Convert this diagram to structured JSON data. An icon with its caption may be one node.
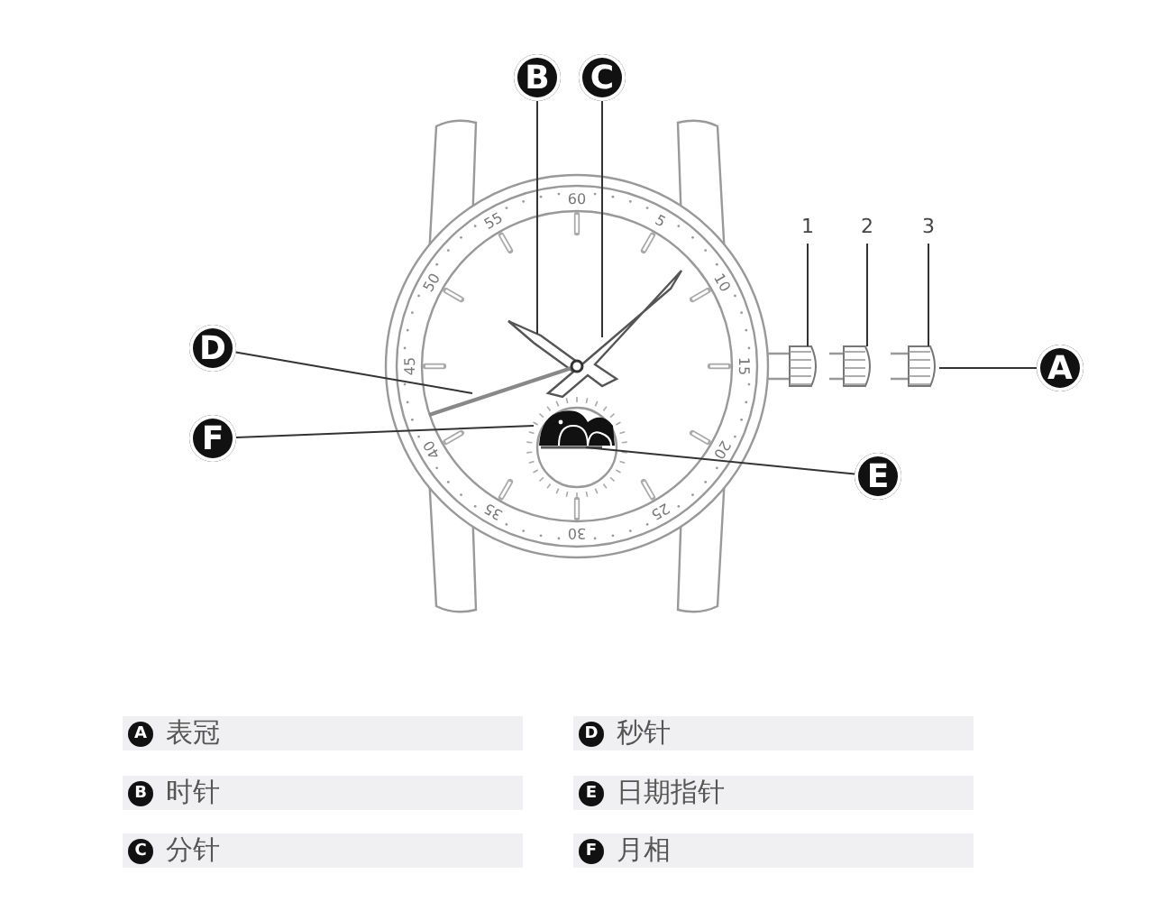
{
  "diagram": {
    "nodes": [
      {
        "text": [
          "B"
        ]
      },
      {
        "text": [
          "C"
        ]
      },
      {
        "text": [
          "1"
        ]
      },
      {
        "text": [
          "2"
        ]
      },
      {
        "text": [
          "3"
        ]
      },
      {
        "text": [
          "D"
        ]
      },
      {
        "text": [
          "A"
        ]
      },
      {
        "text": [
          "F"
        ]
      },
      {
        "text": [
          "E"
        ]
      },
      {
        "text": [],
        "shape": "picture"
      },
      {
        "text": [],
        "shape": "picture"
      },
      {
        "text": [],
        "shape": "picture"
      },
      {
        "text": [],
        "shape": "picture"
      },
      {
        "text": [],
        "shape": "picture"
      },
      {
        "text": [],
        "shape": "picture"
      },
      {
        "text": [],
        "shape": "picture"
      },
      {
        "text": [],
        "shape": "picture"
      }
    ],
    "edges": [
      {
        "from": 0,
        "to": 9,
        "arrow": "none"
      },
      {
        "from": 1,
        "to": 10,
        "arrow": "none"
      },
      {
        "from": 2,
        "to": 12,
        "arrow": "none"
      },
      {
        "from": 3,
        "to": 13,
        "arrow": "none"
      },
      {
        "from": 4,
        "to": 14,
        "arrow": "none"
      },
      {
        "from": 5,
        "to": 11,
        "arrow": "none"
      },
      {
        "from": 6,
        "to": 14,
        "arrow": "none"
      },
      {
        "from": 7,
        "to": 15,
        "arrow": "none"
      },
      {
        "from": 8,
        "to": 16,
        "arrow": "none"
      }
    ],
    "labels": [
      "60",
      "5",
      "10",
      "15",
      "20",
      "25",
      "30",
      "35",
      "40",
      "45",
      "50",
      "55",
      "A",
      "表冠",
      "D",
      "秒针",
      "B",
      "时针",
      "E",
      "日期指针",
      "C",
      "分针",
      "F",
      "月相"
    ]
  }
}
